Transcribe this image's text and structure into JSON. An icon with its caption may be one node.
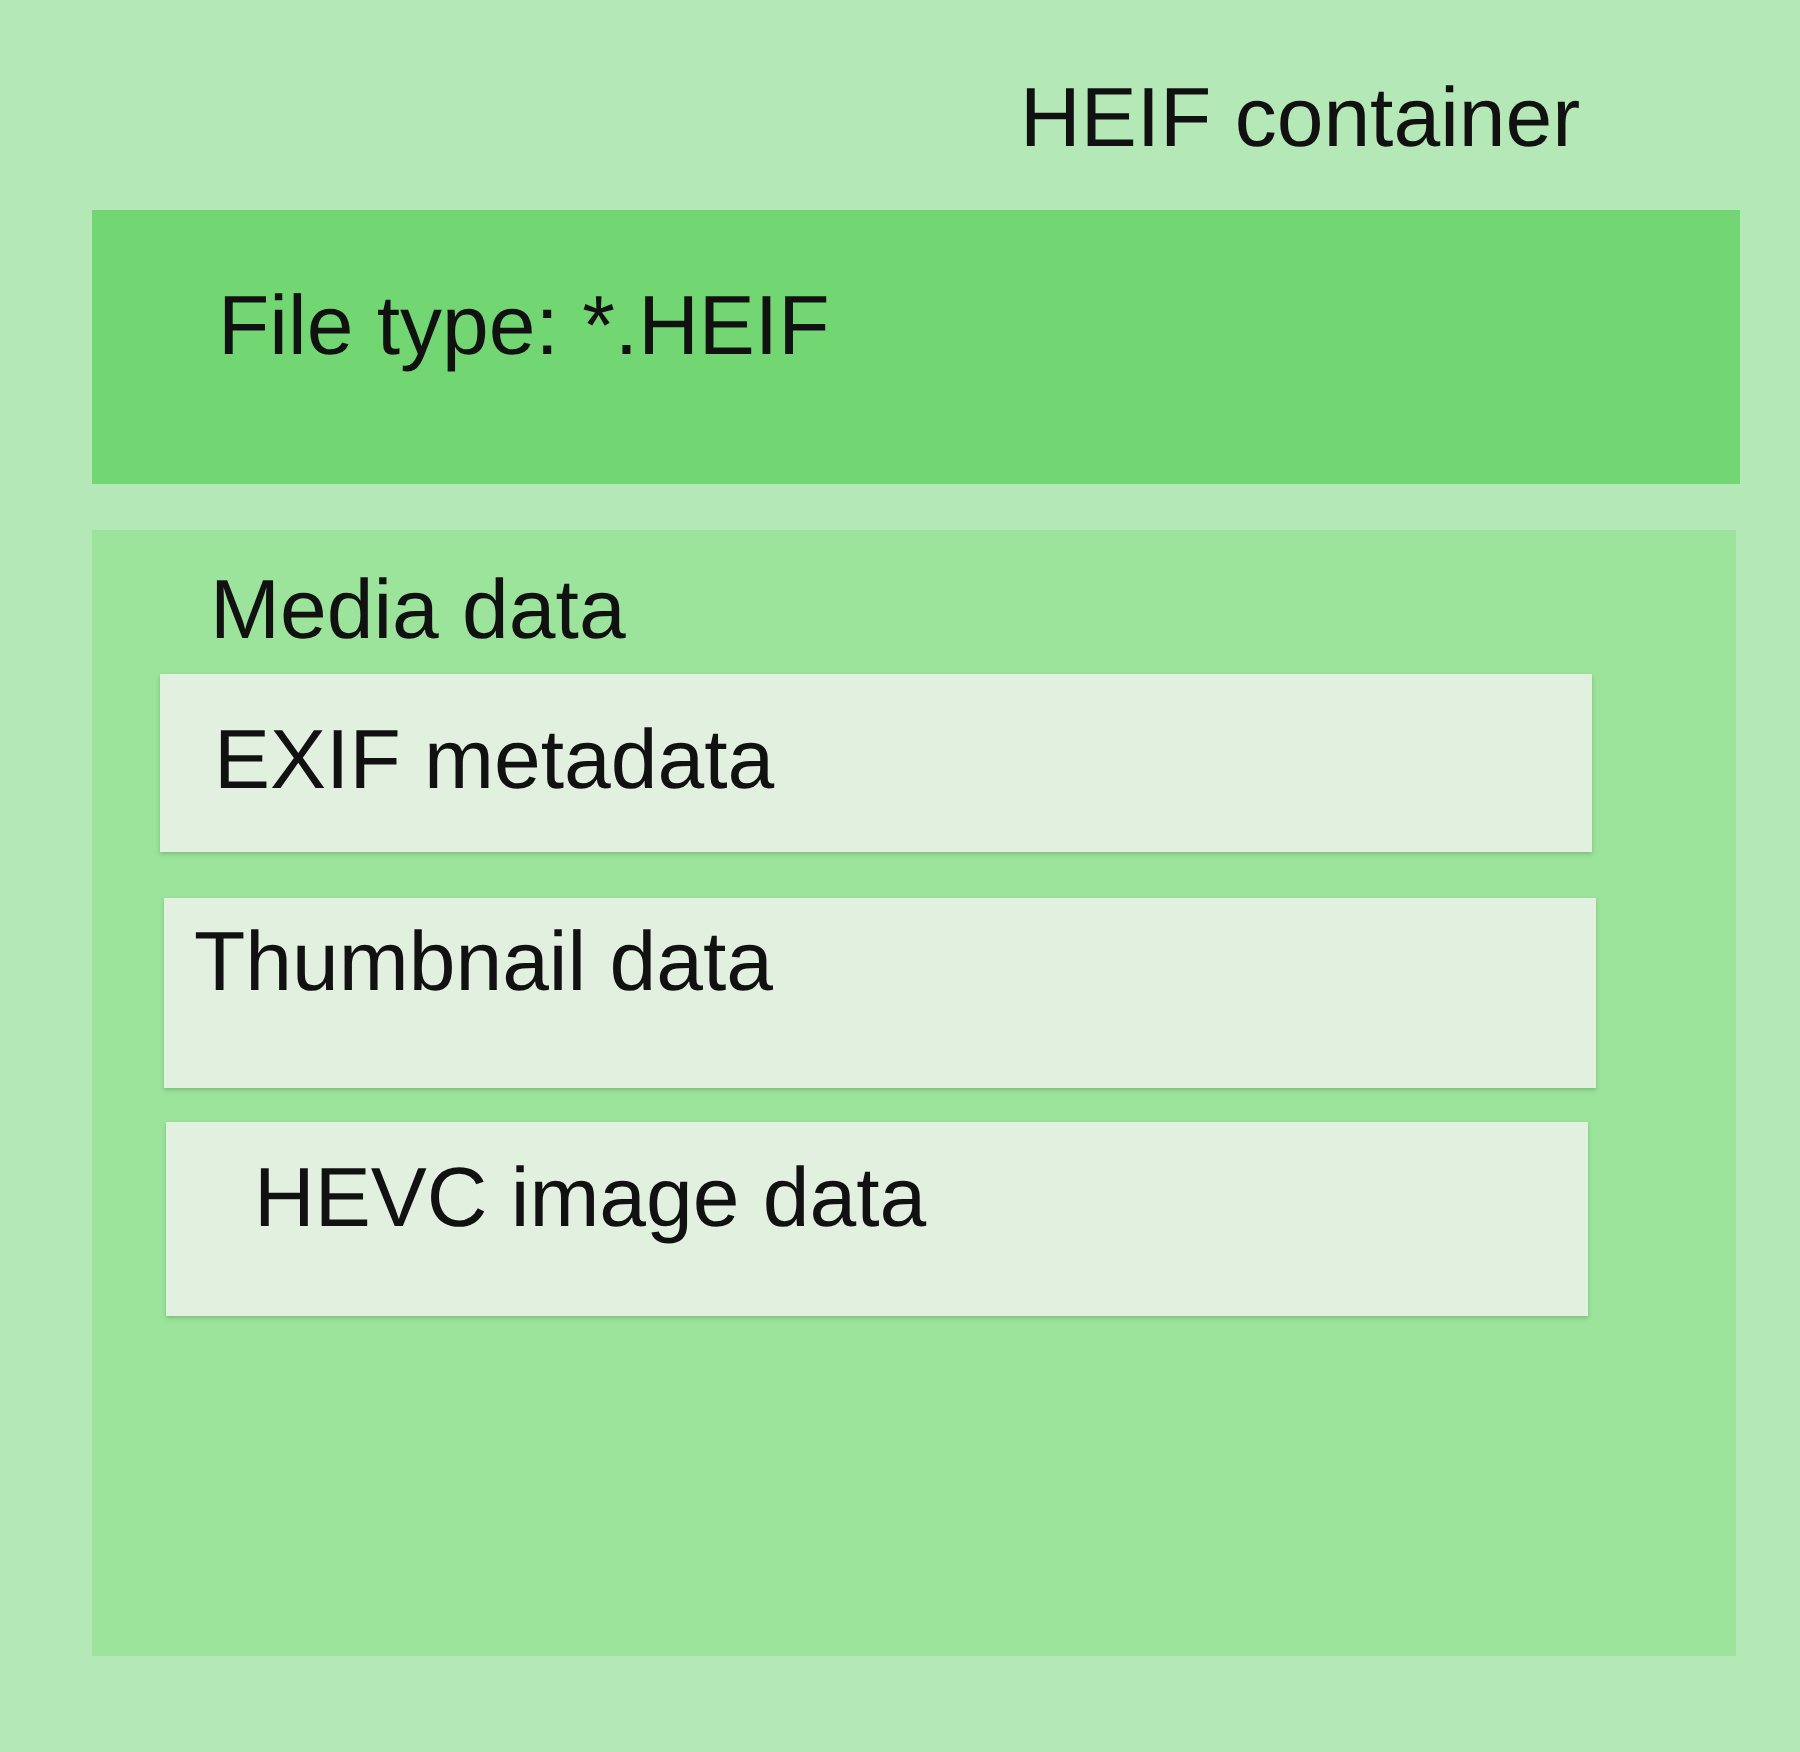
{
  "diagram": {
    "nodes": [
      {
        "text": [
          "HEIF container"
        ]
      },
      {
        "text": [
          "File type: *.HEIF"
        ],
        "in": 0
      },
      {
        "text": [
          "Media data"
        ],
        "in": 0
      },
      {
        "text": [
          "EXIF metadata"
        ],
        "in": 2
      },
      {
        "text": [
          "Thumbnail data"
        ],
        "in": 2
      },
      {
        "text": [
          "HEVC image data"
        ],
        "in": 2
      }
    ]
  }
}
